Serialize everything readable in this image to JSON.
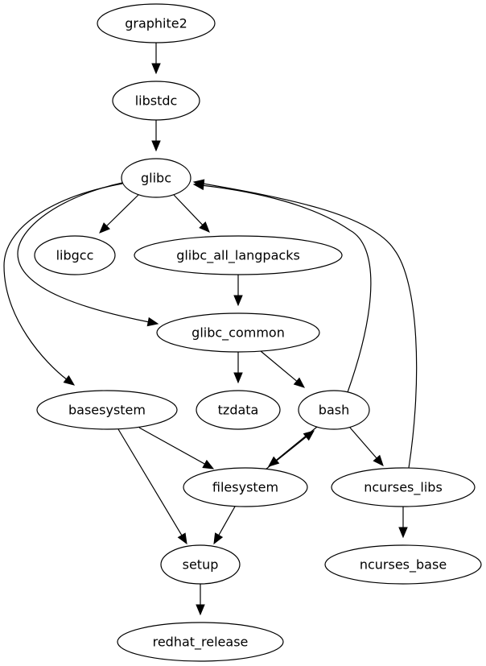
{
  "diagram": {
    "type": "directed-graph",
    "colors": {
      "background": "#ffffff",
      "stroke": "#000000",
      "text": "#000000"
    },
    "nodes": [
      {
        "id": "graphite2",
        "label": "graphite2"
      },
      {
        "id": "libstdc",
        "label": "libstdc"
      },
      {
        "id": "glibc",
        "label": "glibc"
      },
      {
        "id": "libgcc",
        "label": "libgcc"
      },
      {
        "id": "glibc_all_langpacks",
        "label": "glibc_all_langpacks"
      },
      {
        "id": "glibc_common",
        "label": "glibc_common"
      },
      {
        "id": "basesystem",
        "label": "basesystem"
      },
      {
        "id": "tzdata",
        "label": "tzdata"
      },
      {
        "id": "bash",
        "label": "bash"
      },
      {
        "id": "filesystem",
        "label": "filesystem"
      },
      {
        "id": "ncurses_libs",
        "label": "ncurses_libs"
      },
      {
        "id": "setup",
        "label": "setup"
      },
      {
        "id": "ncurses_base",
        "label": "ncurses_base"
      },
      {
        "id": "redhat_release",
        "label": "redhat_release"
      }
    ],
    "edges": [
      {
        "from": "graphite2",
        "to": "libstdc"
      },
      {
        "from": "libstdc",
        "to": "glibc"
      },
      {
        "from": "glibc",
        "to": "libgcc"
      },
      {
        "from": "glibc",
        "to": "glibc_all_langpacks"
      },
      {
        "from": "glibc",
        "to": "glibc_common"
      },
      {
        "from": "glibc",
        "to": "basesystem"
      },
      {
        "from": "glibc_all_langpacks",
        "to": "glibc_common"
      },
      {
        "from": "glibc_common",
        "to": "tzdata"
      },
      {
        "from": "glibc_common",
        "to": "bash"
      },
      {
        "from": "bash",
        "to": "glibc"
      },
      {
        "from": "bash",
        "to": "filesystem"
      },
      {
        "from": "bash",
        "to": "ncurses_libs"
      },
      {
        "from": "filesystem",
        "to": "bash"
      },
      {
        "from": "basesystem",
        "to": "filesystem"
      },
      {
        "from": "basesystem",
        "to": "setup"
      },
      {
        "from": "filesystem",
        "to": "setup"
      },
      {
        "from": "ncurses_libs",
        "to": "glibc"
      },
      {
        "from": "ncurses_libs",
        "to": "ncurses_base"
      },
      {
        "from": "setup",
        "to": "redhat_release"
      }
    ]
  }
}
